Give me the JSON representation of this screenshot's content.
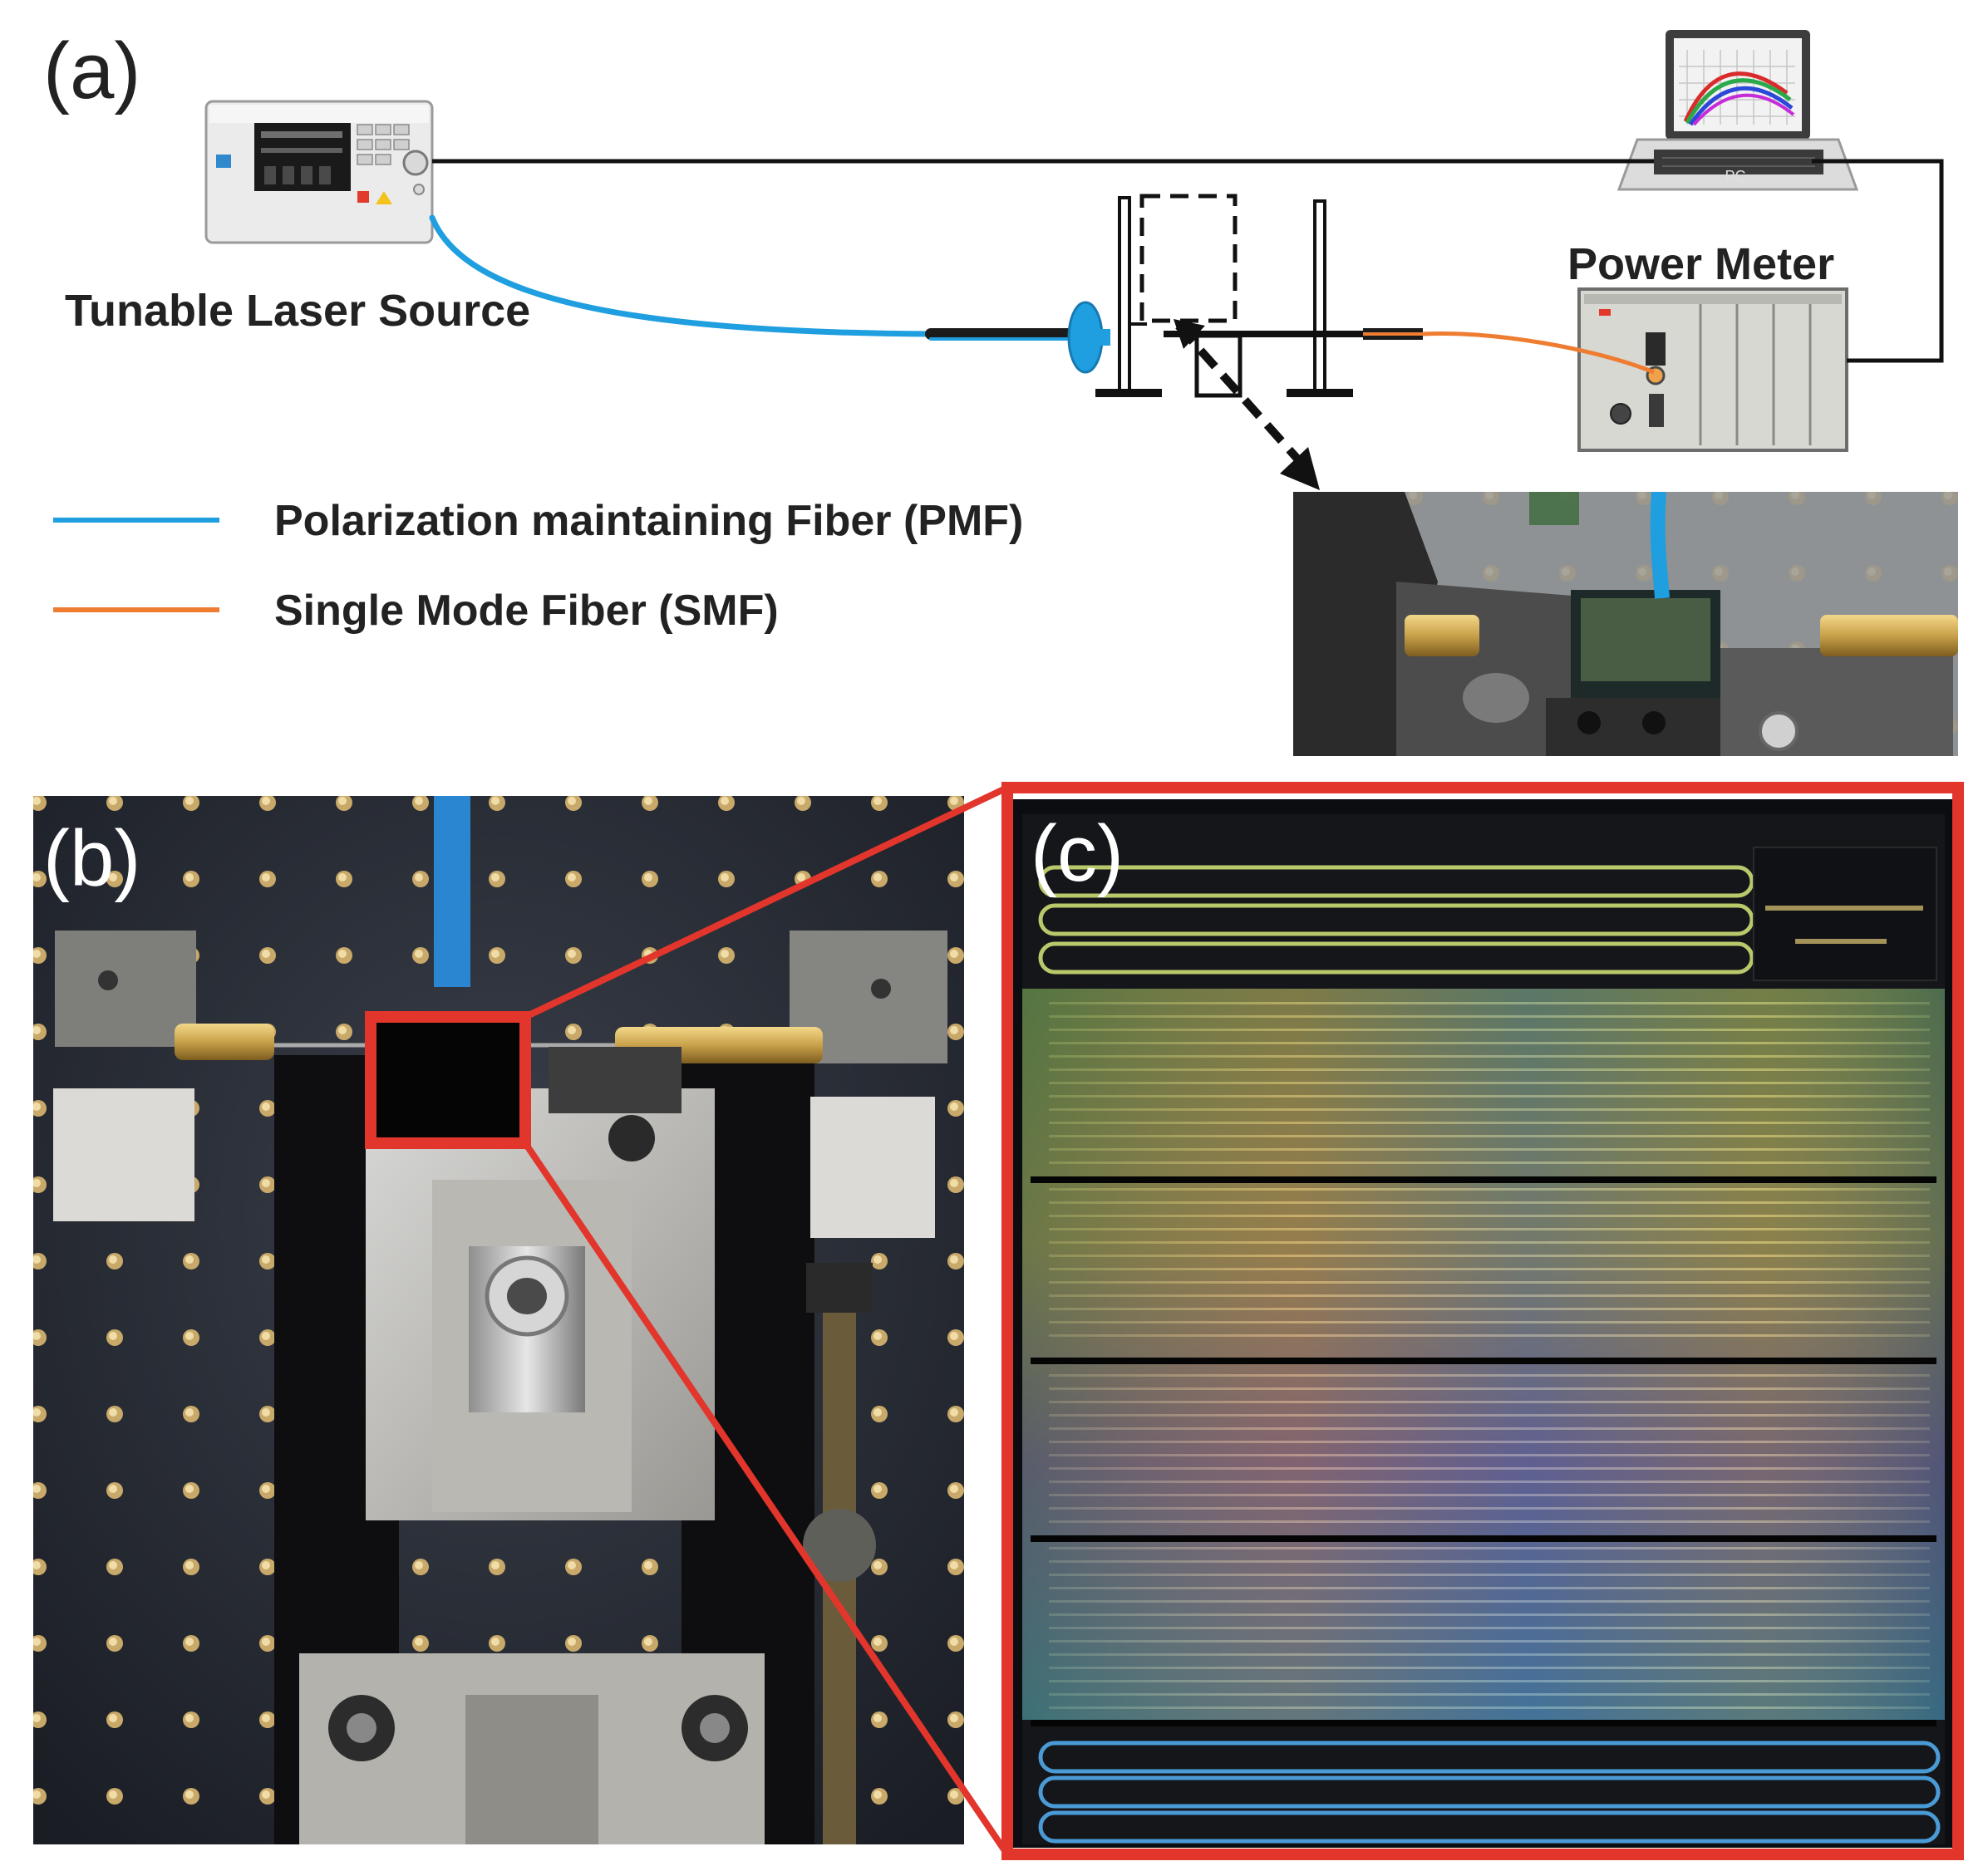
{
  "panels": {
    "a": "(a)",
    "b": "(b)",
    "c": "(c)"
  },
  "diagram": {
    "laser_label": "Tunable Laser Source",
    "power_meter_label": "Power Meter",
    "pc_label": "PC"
  },
  "legend": [
    {
      "label": "Polarization maintaining Fiber (PMF)",
      "color": "#1f9ee0"
    },
    {
      "label": "Single Mode Fiber (SMF)",
      "color": "#ee7d31"
    }
  ],
  "colors": {
    "pmf": "#1f9ee0",
    "smf": "#ee7d31",
    "highlight": "#e2352c",
    "line": "#111111"
  }
}
